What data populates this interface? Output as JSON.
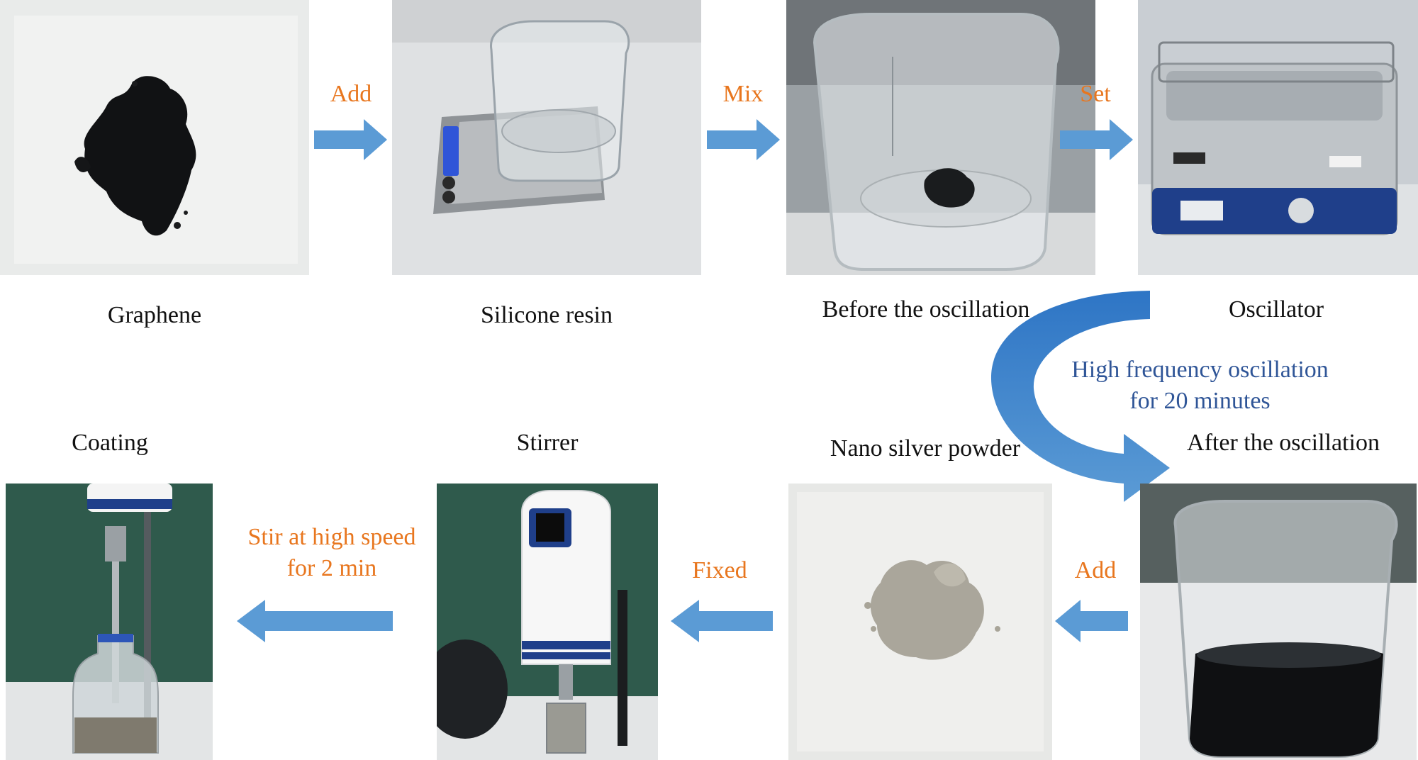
{
  "colors": {
    "step_text": "#E8761E",
    "arrow": "#5B9BD5",
    "curve_arrow": "#2E75C5",
    "oscillation_text": "#2F5597",
    "caption_text": "#111111"
  },
  "top_row": {
    "captions": {
      "graphene": "Graphene",
      "silicone_resin": "Silicone resin",
      "before_oscillation": "Before the oscillation",
      "oscillator": "Oscillator"
    },
    "steps": {
      "add": "Add",
      "mix": "Mix",
      "set": "Set"
    },
    "photos": {
      "graphene": "graphene-powder-photo",
      "silicone_resin": "beaker-on-scale-photo",
      "before_oscillation": "beaker-with-graphene-photo",
      "oscillator": "ultrasonic-cleaner-photo"
    }
  },
  "transition": {
    "line1": "High frequency oscillation",
    "line2": "for 20 minutes"
  },
  "bottom_row": {
    "captions": {
      "coating": "Coating",
      "stirrer": "Stirrer",
      "nano_silver": "Nano silver powder",
      "after_oscillation": "After the oscillation"
    },
    "steps": {
      "stir_line1": "Stir at high speed",
      "stir_line2": "for 2 min",
      "fixed": "Fixed",
      "add": "Add"
    },
    "photos": {
      "coating": "coating-bottle-photo",
      "stirrer": "overhead-stirrer-photo",
      "nano_silver": "silver-powder-photo",
      "after_oscillation": "black-mixture-beaker-photo"
    }
  }
}
